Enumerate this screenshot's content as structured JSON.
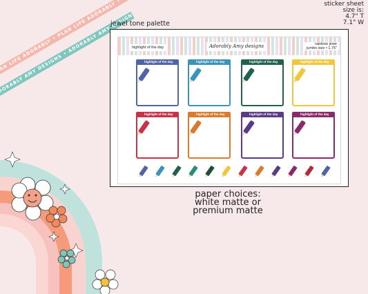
{
  "ribbons": {
    "top": "PLAN LIFE ADORABLY • PLAN LIFE ADORABLY • PLAN LIFE ADORABLY",
    "bottom": "ADORABLY AMY DESIGNS • ADORABLY AMY DESIGNS • ADORABLY AMY DESIGNS"
  },
  "size_note": {
    "line1": "sticker sheet",
    "line2": "size is:",
    "line3": "4.7\" T",
    "line4": "7.1\" W"
  },
  "palette_label": "jewel tone palette",
  "sheet": {
    "header_left": "highlight of the day",
    "logo": "Adorably Amy designs",
    "header_right_line1": "rainbow jewe",
    "header_right_line2": "jumbo size • 1.75\"",
    "box_label": "highlight of the day",
    "colors": {
      "blue": "#4f65a8",
      "teal": "#3a93b8",
      "green": "#20624e",
      "yellow": "#f1c63b",
      "red": "#c8334a",
      "orange": "#d97a2c",
      "purple": "#5a3b86",
      "wine": "#8b2a6b"
    }
  },
  "paper_choices": {
    "line1": "paper choices:",
    "line2": "white matte or",
    "line3": "premium matte"
  }
}
